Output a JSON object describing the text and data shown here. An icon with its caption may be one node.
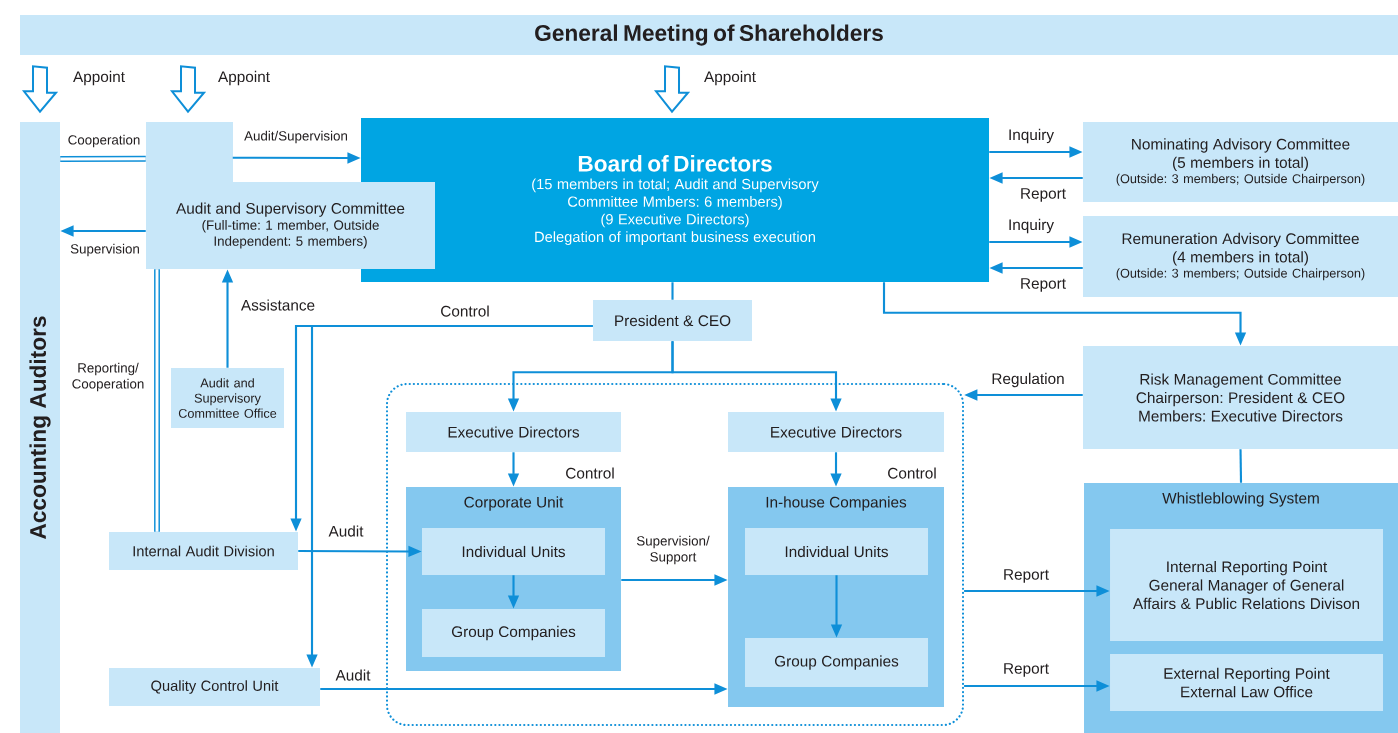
{
  "diagram": {
    "nodes": [
      {
        "text": [
          "General Meeting of Shareholders"
        ]
      },
      {
        "text": [
          "Accounting Auditors"
        ]
      },
      {
        "text": [
          "Audit and Supervisory Committee",
          "(Full-time: 1 member, Outside Independent: 5 members)"
        ]
      },
      {
        "text": [
          "Board of Directors",
          "(15 members in total; Audit and Supervisory Committee Mmbers: 6 members)",
          "(9 Executive Directors)",
          "Delegation of important business execution"
        ]
      },
      {
        "text": [
          "Nominating Advisory Committee",
          "(5 members in total)",
          "(Outside: 3 members; Outside Chairperson)"
        ]
      },
      {
        "text": [
          "Remuneration Advisory Committee",
          "(4 members in total)",
          "(Outside: 3 members; Outside Chairperson)"
        ]
      },
      {
        "text": [
          "President & CEO"
        ]
      },
      {
        "text": [
          "Audit and Supervisory Committee Office"
        ]
      },
      {
        "text": [
          "Risk Management Committee",
          "Chairperson: President & CEO",
          "Members: Executive Directors"
        ]
      },
      {
        "text": [],
        "shape": "box"
      },
      {
        "text": [
          "Executive Directors"
        ],
        "in": 9
      },
      {
        "text": [
          "Executive Directors"
        ],
        "in": 9
      },
      {
        "text": [
          "Corporate Unit"
        ],
        "in": 9
      },
      {
        "text": [
          "Individual Units"
        ],
        "in": 12
      },
      {
        "text": [
          "Group Companies"
        ],
        "in": 12
      },
      {
        "text": [
          "In-house Companies"
        ],
        "in": 9
      },
      {
        "text": [
          "Individual Units"
        ],
        "in": 15
      },
      {
        "text": [
          "Group Companies"
        ],
        "in": 15
      },
      {
        "text": [
          "Internal Audit Division"
        ]
      },
      {
        "text": [
          "Quality Control Unit"
        ]
      },
      {
        "text": [
          "Whistleblowing System"
        ]
      },
      {
        "text": [
          "Internal Reporting Point",
          "General Manager of General Affairs & Public Relations Divison"
        ],
        "in": 20
      },
      {
        "text": [
          "External Reporting Point",
          "External Law Office"
        ],
        "in": 20
      }
    ],
    "edges": [
      {
        "from": 0,
        "to": 1,
        "arrow": "to",
        "style": "thick",
        "label": "Appoint"
      },
      {
        "from": 0,
        "to": 2,
        "arrow": "to",
        "style": "thick",
        "label": "Appoint"
      },
      {
        "from": 0,
        "to": 3,
        "arrow": "to",
        "style": "thick",
        "label": "Appoint"
      },
      {
        "from": 2,
        "to": 1,
        "arrow": "none",
        "style": "thick",
        "label": "Cooperation"
      },
      {
        "from": 2,
        "to": 3,
        "arrow": "to",
        "label": "Audit/Supervision"
      },
      {
        "from": 2,
        "to": 1,
        "arrow": "to",
        "label": "Supervision"
      },
      {
        "from": 2,
        "to": 18,
        "arrow": "none",
        "style": "thick",
        "label": "Reporting/ Cooperation"
      },
      {
        "from": 7,
        "to": 2,
        "arrow": "to",
        "label": "Assistance"
      },
      {
        "from": 6,
        "to": 18,
        "arrow": "to",
        "label": "Control"
      },
      {
        "from": 6,
        "to": 19,
        "arrow": "to"
      },
      {
        "from": 3,
        "to": 6,
        "arrow": "none"
      },
      {
        "from": 6,
        "to": 10,
        "arrow": "to"
      },
      {
        "from": 6,
        "to": 11,
        "arrow": "to"
      },
      {
        "from": 3,
        "to": 8,
        "arrow": "to"
      },
      {
        "from": 3,
        "to": 4,
        "arrow": "to",
        "label": "Inquiry"
      },
      {
        "from": 4,
        "to": 3,
        "arrow": "to",
        "label": "Report"
      },
      {
        "from": 3,
        "to": 5,
        "arrow": "to",
        "label": "Inquiry"
      },
      {
        "from": 5,
        "to": 3,
        "arrow": "to",
        "label": "Report"
      },
      {
        "from": 8,
        "to": 9,
        "arrow": "to",
        "label": "Regulation"
      },
      {
        "from": 8,
        "to": 20,
        "arrow": "none"
      },
      {
        "from": 10,
        "to": 12,
        "arrow": "to",
        "label": "Control"
      },
      {
        "from": 11,
        "to": 15,
        "arrow": "to",
        "label": "Control"
      },
      {
        "from": 13,
        "to": 14,
        "arrow": "to"
      },
      {
        "from": 16,
        "to": 17,
        "arrow": "to"
      },
      {
        "from": 12,
        "to": 15,
        "arrow": "to",
        "label": "Supervision/ Support"
      },
      {
        "from": 18,
        "to": 13,
        "arrow": "to",
        "label": "Audit"
      },
      {
        "from": 19,
        "to": 15,
        "arrow": "to",
        "label": "Audit"
      },
      {
        "from": 9,
        "to": 21,
        "arrow": "to",
        "label": "Report"
      },
      {
        "from": 9,
        "to": 22,
        "arrow": "to",
        "label": "Report"
      }
    ]
  }
}
